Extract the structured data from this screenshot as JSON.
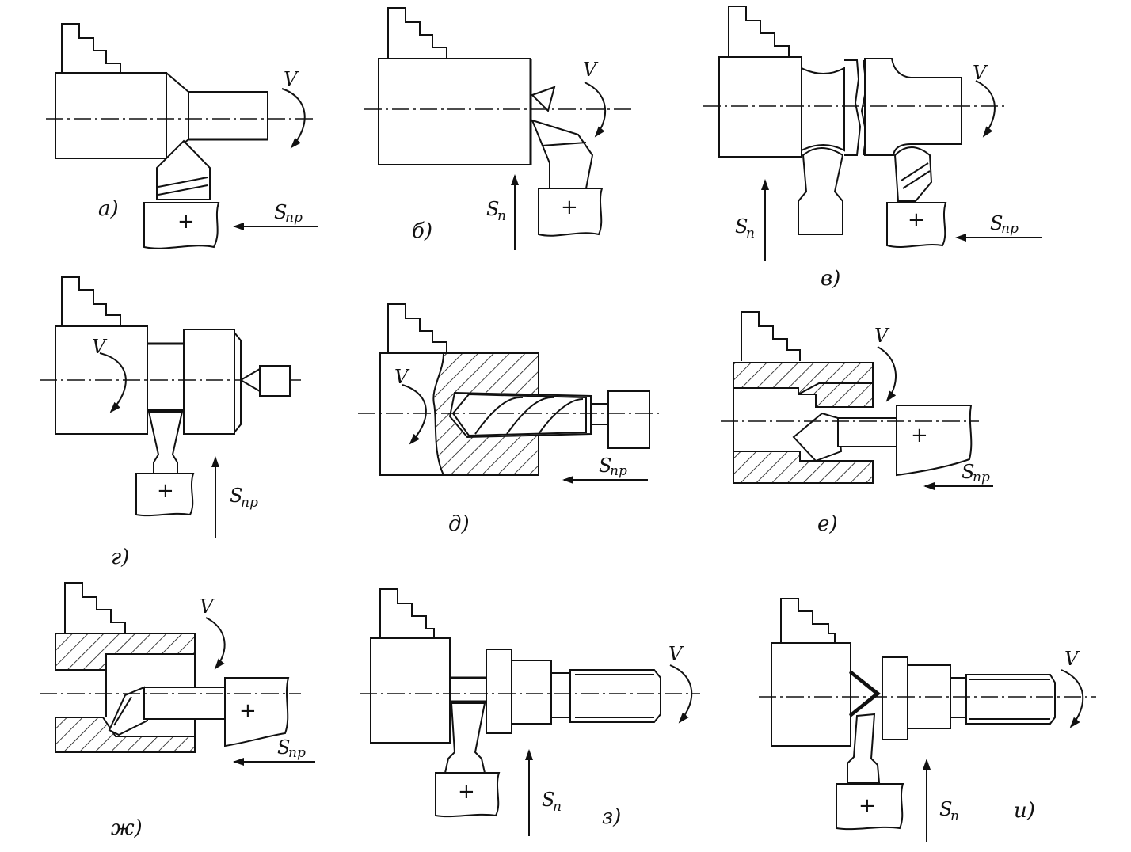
{
  "panels": [
    {
      "id": "a",
      "label": "а)",
      "feed": "пр",
      "velocity": "V"
    },
    {
      "id": "b",
      "label": "б)",
      "feed": "п",
      "velocity": "V"
    },
    {
      "id": "v",
      "label": "в)",
      "feed_left": "п",
      "feed_right": "пр",
      "velocity": "V"
    },
    {
      "id": "g",
      "label": "г)",
      "feed": "пр",
      "velocity": "V"
    },
    {
      "id": "d",
      "label": "д)",
      "feed": "пр",
      "velocity": "V"
    },
    {
      "id": "e",
      "label": "е)",
      "feed": "пр",
      "velocity": "V"
    },
    {
      "id": "zh",
      "label": "ж)",
      "feed": "пр",
      "velocity": "V"
    },
    {
      "id": "z",
      "label": "з)",
      "feed": "п",
      "velocity": "V"
    },
    {
      "id": "i",
      "label": "и)",
      "feed": "п",
      "velocity": "V"
    }
  ],
  "symbols": {
    "feed_letter": "S",
    "holder_mark": "+"
  },
  "colors": {
    "ink": "#111111",
    "paper": "#ffffff"
  }
}
